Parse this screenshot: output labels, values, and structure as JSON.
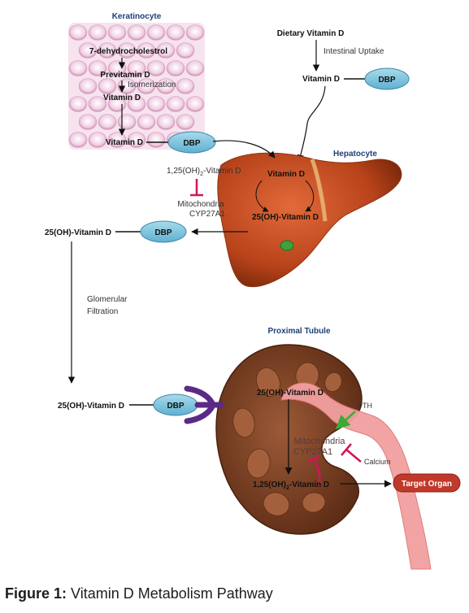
{
  "keratinocyte": {
    "title": "Keratinocyte",
    "step1": "7-dehydrocholestrol",
    "step2": "Previtamin D",
    "isomerization": "Isomerization",
    "step3": "Vitamin D",
    "step4": "Vitamin D",
    "dbp": "DBP"
  },
  "intestine": {
    "dietary": "Dietary Vitamin D",
    "uptake": "Intestinal  Uptake",
    "vitamin": "Vitamin D",
    "dbp": "DBP"
  },
  "liver": {
    "title": "Hepatocyte",
    "vitamin": "Vitamin D",
    "product": "25(OH)-Vitamin D",
    "inhibitor_prefix": "1,25(OH)",
    "inhibitor_sub": "2",
    "inhibitor_suffix": "-Vitamin D",
    "mito": "Mitochondria",
    "enzyme": "CYP27A1"
  },
  "circulation": {
    "vitamin": "25(OH)-Vitamin D",
    "dbp": "DBP",
    "filtration_line1": "Glomerular",
    "filtration_line2": "Filtration",
    "vitamin2": "25(OH)-Vitamin D",
    "dbp2": "DBP"
  },
  "kidney": {
    "title": "Proximal Tubule",
    "input": "25(OH)-Vitamin D",
    "pth": "PTH",
    "mito": "Mitochondria",
    "enzyme": "CYP27A1",
    "calcium": "Calcium",
    "output_prefix": "1,25(OH)",
    "output_sub": "2",
    "output_suffix": "-Vitamin D",
    "target": "Target Organ"
  },
  "caption": {
    "label": "Figure 1:",
    "text": " Vitamin D Metabolism Pathway"
  },
  "colors": {
    "dbp_fill": "#7ec3dd",
    "liver": "#b8431a",
    "kidney": "#7a3d22",
    "tubule": "#f2a0a0",
    "inhibit": "#d4145a",
    "activate": "#3aaa35",
    "receptor": "#5b2a86",
    "target_fill": "#c0392b"
  }
}
